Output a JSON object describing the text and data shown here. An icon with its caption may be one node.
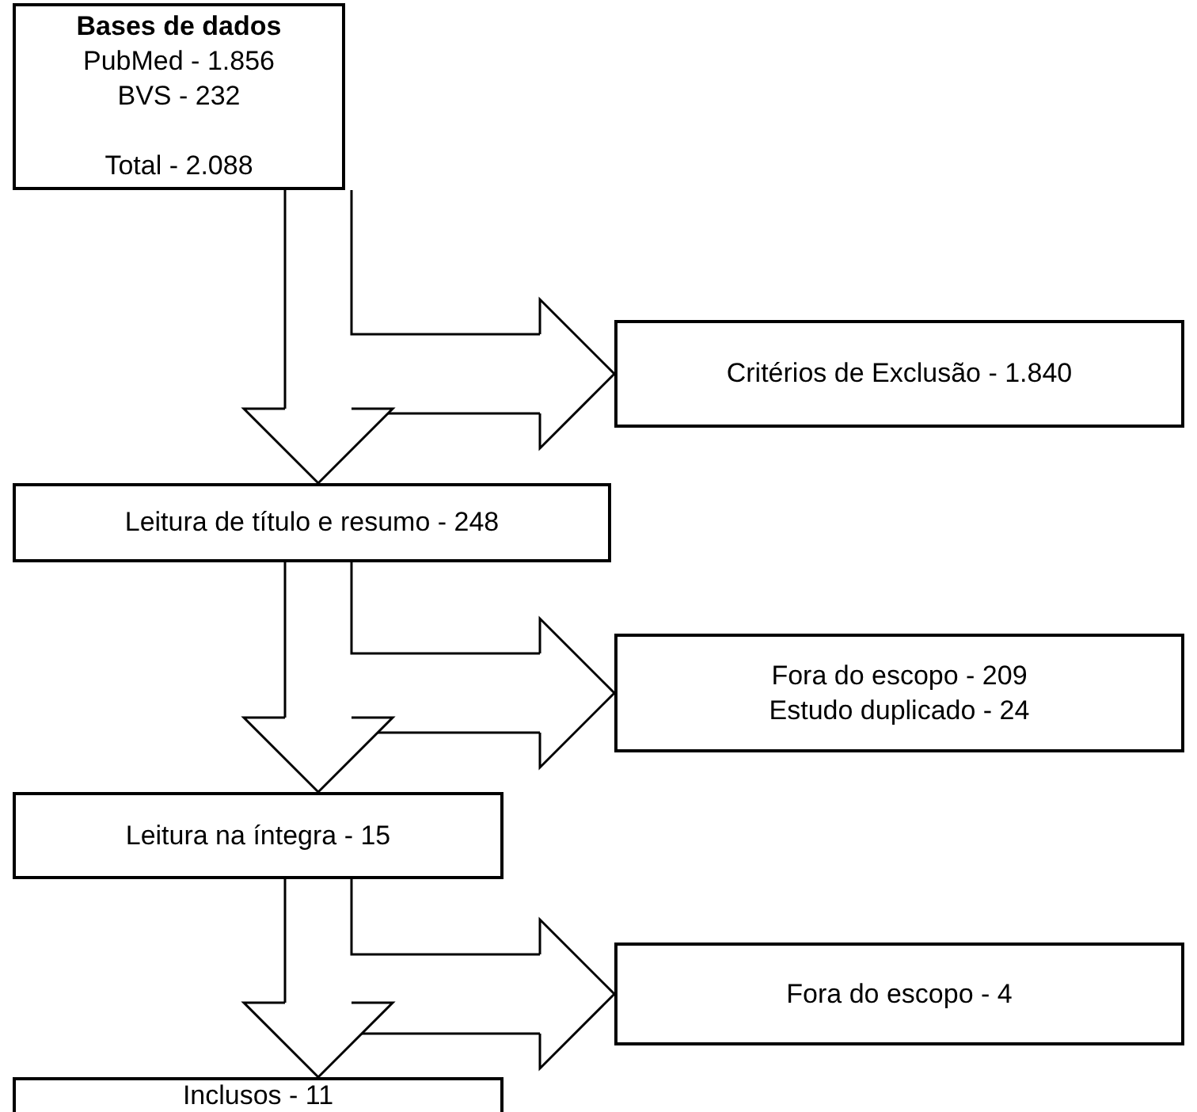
{
  "diagram": {
    "nodes": [
      {
        "text": [
          "Bases de dados",
          "PubMed - 1.856",
          "BVS - 232",
          "Total - 2.088"
        ]
      },
      {
        "text": [
          "Critérios de Exclusão - 1.840"
        ]
      },
      {
        "text": [
          "Leitura de título e resumo - 248"
        ]
      },
      {
        "text": [
          "Fora do escopo - 209",
          "Estudo duplicado - 24"
        ]
      },
      {
        "text": [
          "Leitura na íntegra - 15"
        ]
      },
      {
        "text": [
          "Fora do escopo - 4"
        ]
      },
      {
        "text": [
          "Inclusos - 11"
        ]
      }
    ],
    "edges": [
      {
        "from": 0,
        "to": 2,
        "arrow": "to"
      },
      {
        "from": 0,
        "to": 1,
        "arrow": "to"
      },
      {
        "from": 2,
        "to": 4,
        "arrow": "to"
      },
      {
        "from": 2,
        "to": 3,
        "arrow": "to"
      },
      {
        "from": 4,
        "to": 6,
        "arrow": "to"
      },
      {
        "from": 4,
        "to": 5,
        "arrow": "to"
      }
    ]
  }
}
